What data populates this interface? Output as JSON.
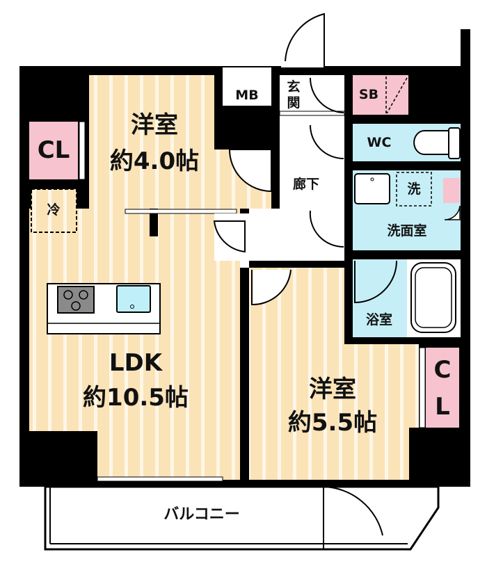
{
  "title": "Floor plan",
  "colors": {
    "wall": "#000000",
    "floor": "#fbe3b8",
    "floor_stripe": "#fff6e6",
    "closet": "#f6c3cf",
    "wet": "#c6eef6",
    "white": "#ffffff"
  },
  "rooms": {
    "western_small": {
      "name": "洋室",
      "size": "約4.0帖"
    },
    "ldk": {
      "name": "LDK",
      "size": "約10.5帖"
    },
    "western_large": {
      "name": "洋室",
      "size": "約5.5帖"
    },
    "closet_left": "CL",
    "closet_right": [
      "C",
      "L"
    ],
    "fridge": "冷",
    "mb": "MB",
    "entrance": [
      "玄",
      "関"
    ],
    "sb": "SB",
    "wc": "WC",
    "hallway": "廊下",
    "washer": "洗",
    "washroom": "洗面室",
    "bathroom": "浴室",
    "balcony": "バルコニー"
  }
}
